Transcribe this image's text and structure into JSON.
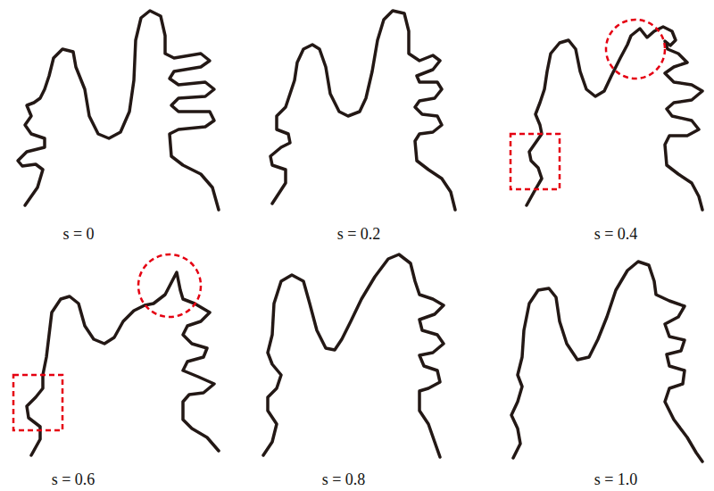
{
  "diagram": {
    "labels": [
      "s = 0",
      "s = 0.2",
      "s = 0.4",
      "s = 0.6",
      "s = 0.8",
      "s = 1.0"
    ]
  }
}
